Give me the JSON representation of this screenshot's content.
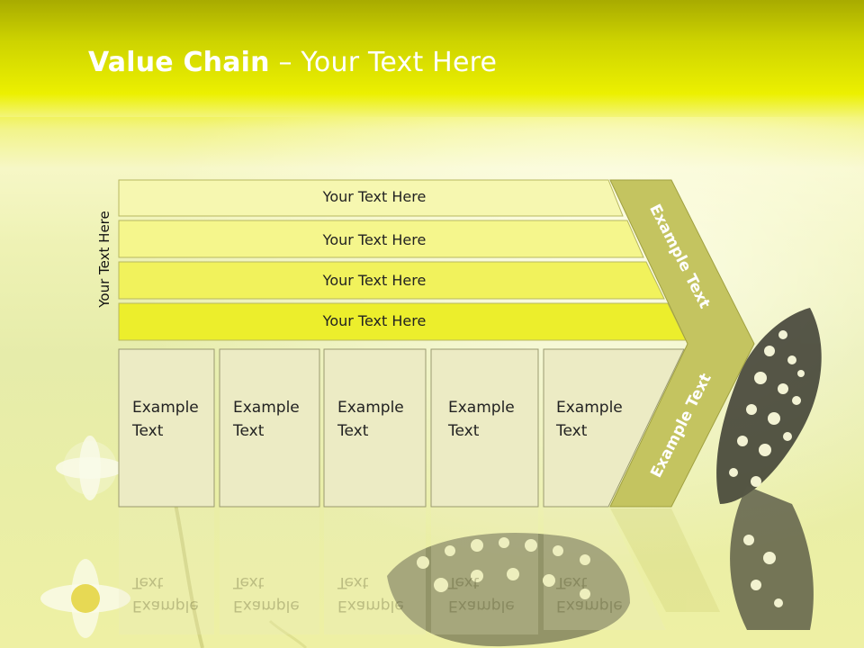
{
  "title": {
    "bold": "Value Chain",
    "rest": " – Your Text Here"
  },
  "side_label": "Your Text Here",
  "rows": [
    "Your Text Here",
    "Your Text Here",
    "Your Text Here",
    "Your Text Here"
  ],
  "boxes": [
    {
      "line1": "Example",
      "line2": "Text"
    },
    {
      "line1": "Example",
      "line2": "Text"
    },
    {
      "line1": "Example",
      "line2": "Text"
    },
    {
      "line1": "Example",
      "line2": "Text"
    },
    {
      "line1": "Example",
      "line2": "Text"
    }
  ],
  "arrow_top_label": "Example Text",
  "arrow_bottom_label": "Example Text",
  "colors": {
    "row_fills": [
      "#f6f7b0",
      "#f5f68c",
      "#f1f25c",
      "#ecee2c"
    ],
    "box_fill": "#ecebc4",
    "arrow_fill": "#c4c460",
    "title_band": "#e4e800"
  }
}
